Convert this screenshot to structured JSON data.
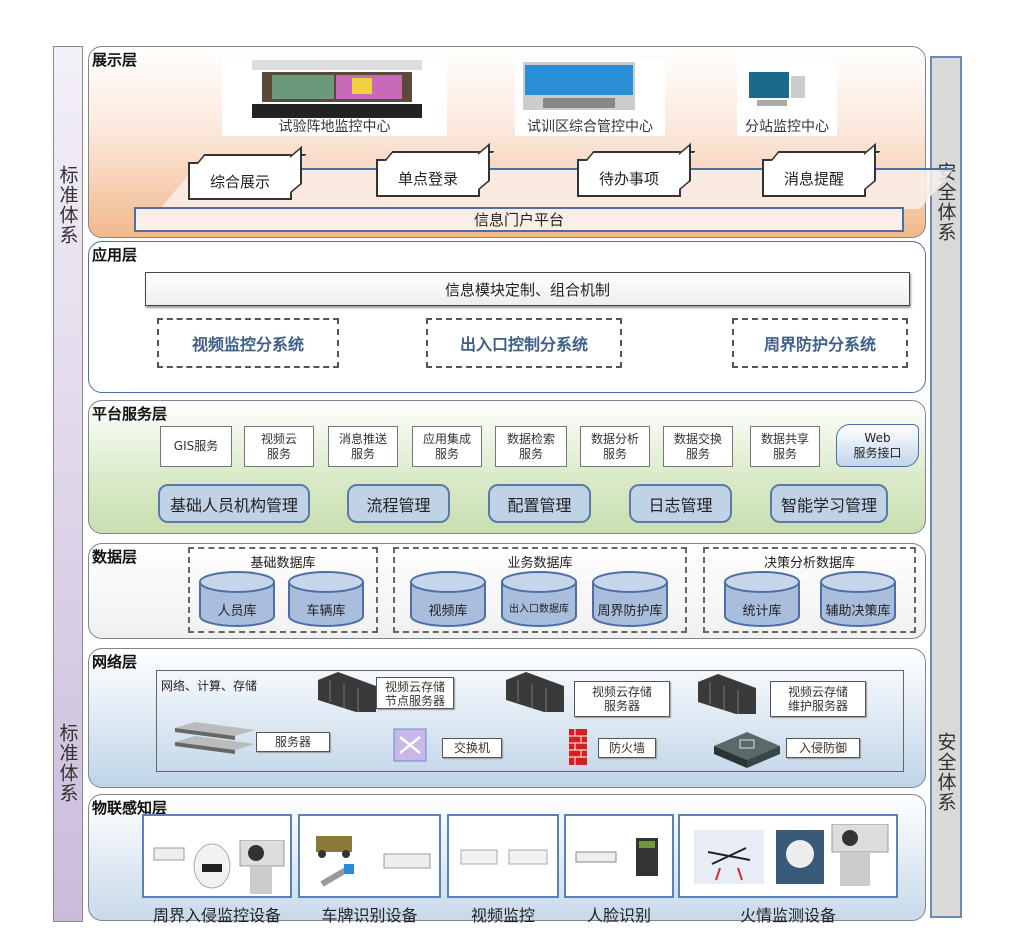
{
  "left_system": {
    "label_top": "标准体系",
    "label_bottom": "标准体系"
  },
  "right_system": {
    "label_top": "安全体系",
    "label_bottom": "安全体系"
  },
  "layers": {
    "presentation": {
      "title": "展示层",
      "centers": [
        "试验阵地监控中心",
        "试训区综合管控中心",
        "分站监控中心"
      ],
      "modules": [
        "综合展示",
        "单点登录",
        "待办事项",
        "消息提醒"
      ],
      "platform": "信息门户平台"
    },
    "application": {
      "title": "应用层",
      "mechanism": "信息模块定制、组合机制",
      "subsystems": [
        "视频监控分系统",
        "出入口控制分系统",
        "周界防护分系统"
      ]
    },
    "platform_service": {
      "title": "平台服务层",
      "services": [
        "GIS服务",
        "视频云\n服务",
        "消息推送\n服务",
        "应用集成\n服务",
        "数据检索\n服务",
        "数据分析\n服务",
        "数据交换\n服务",
        "数据共享\n服务"
      ],
      "web_interface": "Web\n服务接口",
      "management": [
        "基础人员机构管理",
        "流程管理",
        "配置管理",
        "日志管理",
        "智能学习管理"
      ]
    },
    "data": {
      "title": "数据层",
      "groups": [
        {
          "name": "基础数据库",
          "dbs": [
            "人员库",
            "车辆库"
          ]
        },
        {
          "name": "业务数据库",
          "dbs": [
            "视频库",
            "出入口数据库",
            "周界防护库"
          ]
        },
        {
          "name": "决策分析数据库",
          "dbs": [
            "统计库",
            "辅助决策库"
          ]
        }
      ]
    },
    "network": {
      "title": "网络层",
      "caption": "网络、计算、存储",
      "items": [
        "视频云存储\n节点服务器",
        "视频云存储\n服务器",
        "视频云存储\n维护服务器",
        "服务器",
        "交换机",
        "防火墙",
        "入侵防御"
      ]
    },
    "iot": {
      "title": "物联感知层",
      "devices": [
        "周界入侵监控设备",
        "车牌识别设备",
        "视频监控",
        "人脸识别",
        "火情监测设备"
      ]
    }
  },
  "colors": {
    "accent_blue": "#4e6fa6",
    "orange": "#f2b98c",
    "green": "#c8dfb0",
    "lavender": "#c9bcdb"
  }
}
